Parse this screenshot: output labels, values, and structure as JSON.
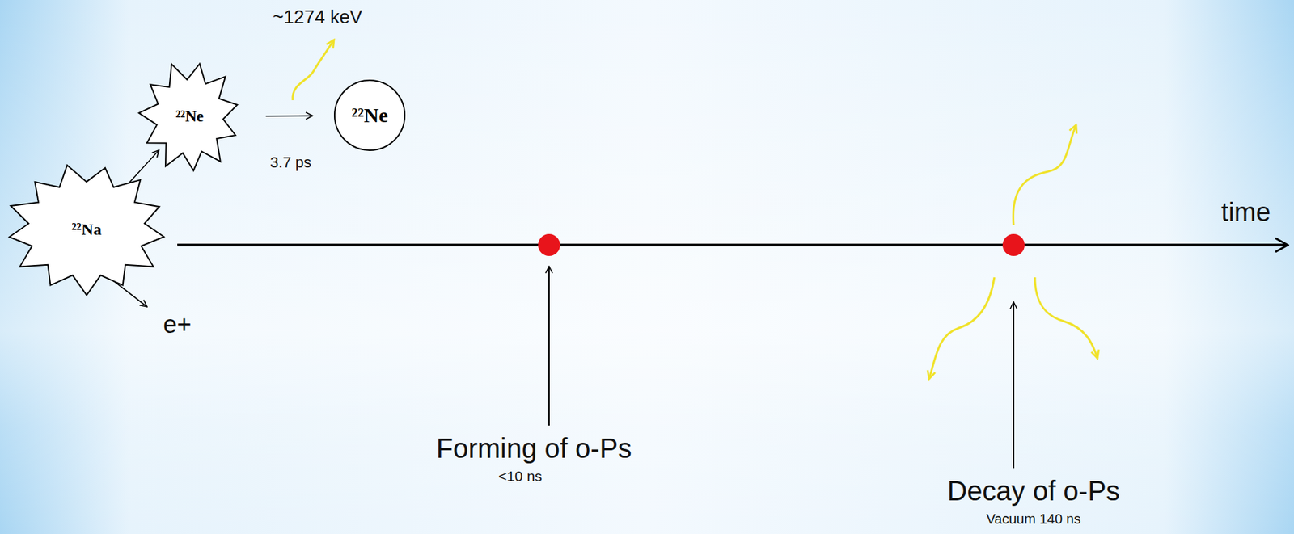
{
  "diagram": {
    "nodes": [
      {
        "text": [
          "²²Na"
        ]
      },
      {
        "text": [
          "²²Ne"
        ]
      },
      {
        "text": [
          "²²Ne"
        ]
      }
    ],
    "edges": [
      {
        "from": 0,
        "to": 1,
        "arrow": "to"
      },
      {
        "from": 1,
        "to": 2,
        "arrow": "to"
      }
    ],
    "labels": [
      "~1274 keV",
      "3.7 ps",
      "e+",
      "time",
      "Forming of o-Ps",
      "<10 ns",
      "Decay of o-Ps",
      "Vacuum 140 ns"
    ]
  }
}
